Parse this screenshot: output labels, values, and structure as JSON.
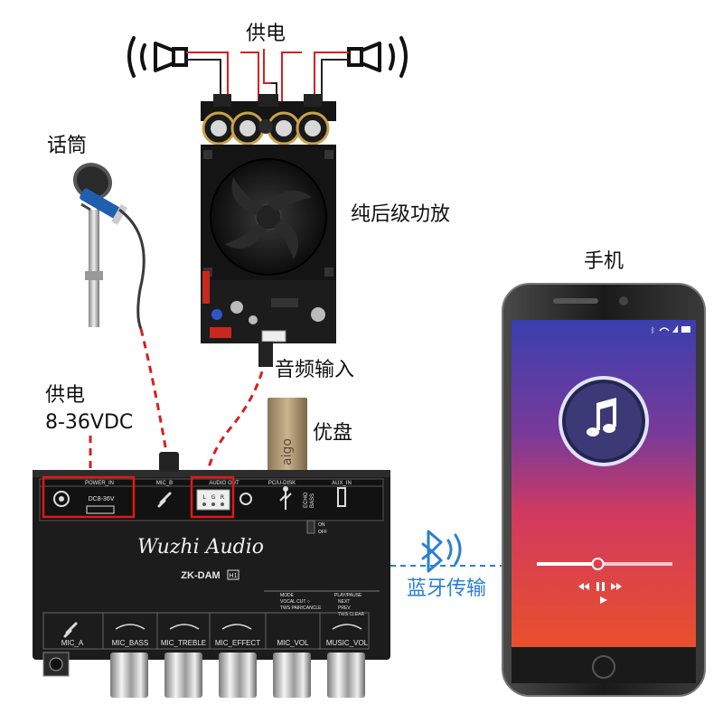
{
  "labels": {
    "power_top": "供电",
    "amp": "纯后级功放",
    "mic": "话筒",
    "phone": "手机",
    "audio_in": "音频输入",
    "power_side_line1": "供电",
    "power_side_line2": "8-36VDC",
    "udisk": "优盘",
    "bluetooth": "蓝牙传输"
  },
  "device": {
    "brand": "Wuzhi Audio",
    "model": "ZK-DAM",
    "model_badge": "H1",
    "top_ports": [
      "POWER_IN",
      "MIC_B",
      "AUDIO OUT",
      "PC/U-DISK",
      "AUX_IN"
    ],
    "power_rating": "DC8-36V",
    "audio_out_pins": [
      "L",
      "G",
      "R"
    ],
    "echo_switch": [
      "ECHO",
      "BASS",
      "ON",
      "OFF"
    ],
    "mode_lines": [
      "MODE",
      "VOCAL CUT ○",
      "TWS PAIR/CANCLE"
    ],
    "play_lines": [
      "PLAY/PAUSE",
      "NEXT",
      "PREV",
      "TWS CLEAR"
    ],
    "front_labels": [
      "MIC_A",
      "MIC_BASS",
      "MIC_TREBLE",
      "MIC_EFFECT",
      "MIC_VOL",
      "MUSIC_VOL"
    ]
  },
  "usb_stick": {
    "brand": "aigo"
  },
  "phone_screen": {
    "music_icon": "music-note-icon",
    "progress": 0.45,
    "status_icons": [
      "bluetooth-icon",
      "wifi-icon",
      "signal-icon",
      "battery-icon"
    ],
    "controls": [
      "prev-icon",
      "pause-icon",
      "next-icon",
      "stop-icon"
    ]
  },
  "colors": {
    "wire_red": "#d62020",
    "wire_dark": "#222222",
    "bluetooth_blue": "#2a7fd4",
    "highlight_red": "#e01818",
    "panel": "#1c1c1c"
  }
}
